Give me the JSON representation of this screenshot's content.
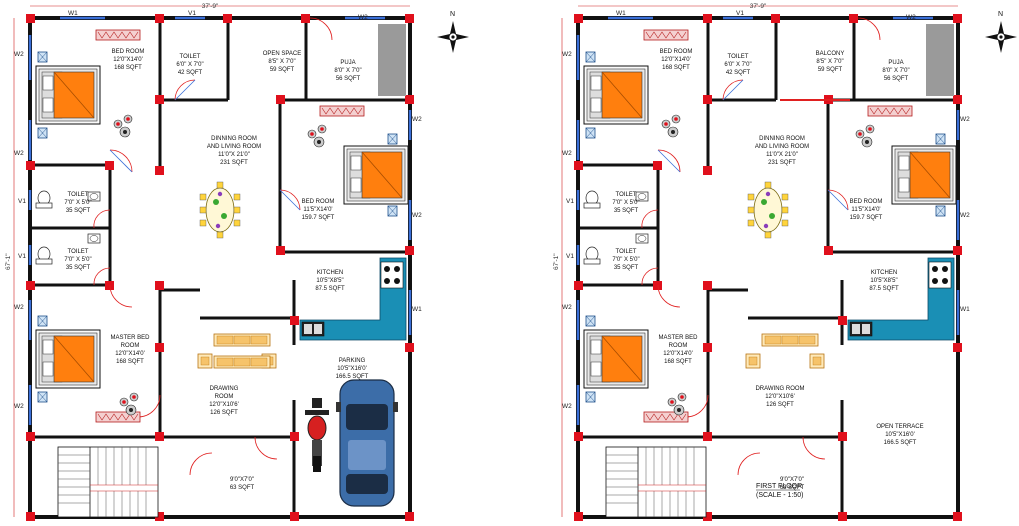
{
  "compass": {
    "north_label": "N"
  },
  "colors": {
    "wall": "#111111",
    "column": "#e0101c",
    "bed": "#ff7f0e",
    "kitchen": "#1a8fb5",
    "car": "#3c6da8",
    "bike_accent": "#d62020",
    "door": "#e02020",
    "window": "#3a6fd8",
    "dimension": "#d02020"
  },
  "ground_floor": {
    "top_dimension": "37'-9\"",
    "side_dimension": "67'-1\"",
    "windows": {
      "w1": "W1",
      "v1_top": "V1",
      "w2_top": "W2",
      "w2_left_a": "W2",
      "w2_left_b": "W2",
      "v1_left_a": "V1",
      "v1_left_b": "V1",
      "w2_left_c": "W2",
      "w2_left_d": "W2",
      "w2_right_a": "W2",
      "w2_right_b": "W2",
      "w1_right": "W1"
    },
    "rooms": {
      "bedroom": {
        "name": "BED ROOM",
        "size": "12'0\"X14'0'",
        "area": "168 SQFT"
      },
      "toilet_top": {
        "name": "TOILET",
        "size": "6'0\" X 7'0\"",
        "area": "42 SQFT"
      },
      "open_space": {
        "name": "OPEN SPACE",
        "size": "8'5\" X 7'0\"",
        "area": "59 SQFT"
      },
      "puja": {
        "name": "PUJA",
        "size": "8'0\" X 7'0\"",
        "area": "56 SQFT"
      },
      "dining": {
        "name1": "DINNING ROOM",
        "name2": "AND LIVING ROOM",
        "size": "11'0\"X 21'0\"",
        "area": "231 SQFT"
      },
      "bedroom2": {
        "name": "BED ROOM",
        "size": "11'5\"X14'0'",
        "area": "159.7 SQFT"
      },
      "toilet_a": {
        "name": "TOILET",
        "size": "7'0\" X 5'0\"",
        "area": "35 SQFT"
      },
      "toilet_b": {
        "name": "TOILET",
        "size": "7'0\" X 5'0\"",
        "area": "35 SQFT"
      },
      "kitchen": {
        "name": "KITCHEN",
        "size": "10'5\"X8'5\"",
        "area": "87.5 SQFT"
      },
      "master": {
        "name1": "MASTER BED",
        "name2": "ROOM",
        "size": "12'0\"X14'0'",
        "area": "168 SQFT"
      },
      "parking": {
        "name": "PARKING",
        "size": "10'5\"X16'0'",
        "area": "166.5 SQFT"
      },
      "drawing": {
        "name1": "DRAWING",
        "name2": "ROOM",
        "size": "12'0\"X10'6'",
        "area": "126 SQFT"
      },
      "lobby": {
        "size": "9'0\"X7'0\"",
        "area": "63 SQFT"
      }
    }
  },
  "first_floor": {
    "top_dimension": "37'-9\"",
    "side_dimension": "67'-1\"",
    "windows": {
      "w1": "W1",
      "v1_top": "V1",
      "w2_top": "W2",
      "w2_left_a": "W2",
      "w2_left_b": "W2",
      "v1_left_a": "V1",
      "v1_left_b": "V1",
      "w2_left_c": "W2",
      "w2_left_d": "W2",
      "w2_right_a": "W2",
      "w2_right_b": "W2",
      "w1_right": "W1"
    },
    "rooms": {
      "bedroom": {
        "name": "BED ROOM",
        "size": "12'0\"X14'0'",
        "area": "168 SQFT"
      },
      "toilet_top": {
        "name": "TOILET",
        "size": "6'0\" X 7'0\"",
        "area": "42 SQFT"
      },
      "balcony": {
        "name": "BALCONY",
        "size": "8'5\" X 7'0\"",
        "area": "59 SQFT"
      },
      "puja": {
        "name": "PUJA",
        "size": "8'0\" X 7'0\"",
        "area": "56 SQFT"
      },
      "dining": {
        "name1": "DINNING ROOM",
        "name2": "AND LIVING ROOM",
        "size": "11'0\"X 21'0\"",
        "area": "231 SQFT"
      },
      "bedroom2": {
        "name": "BED ROOM",
        "size": "11'5\"X14'0'",
        "area": "159.7 SQFT"
      },
      "toilet_a": {
        "name": "TOILET",
        "size": "7'0\" X 5'0\"",
        "area": "35 SQFT"
      },
      "toilet_b": {
        "name": "TOILET",
        "size": "7'0\" X 5'0\"",
        "area": "35 SQFT"
      },
      "kitchen": {
        "name": "KITCHEN",
        "size": "10'5\"X8'5\"",
        "area": "87.5 SQFT"
      },
      "master": {
        "name1": "MASTER BED",
        "name2": "ROOM",
        "size": "12'0\"X14'0'",
        "area": "168 SQFT"
      },
      "terrace": {
        "name": "OPEN TERRACE",
        "size": "10'5\"X16'0'",
        "area": "166.5 SQFT"
      },
      "drawing": {
        "name": "DRAWING ROOM",
        "size": "12'0\"X10'6'",
        "area": "126 SQFT"
      },
      "lobby": {
        "size": "9'0\"X7'0\"",
        "area": "63 SQFT"
      }
    },
    "title": "FIRST FLOOR",
    "scale": "(SCALE - 1:50)"
  }
}
